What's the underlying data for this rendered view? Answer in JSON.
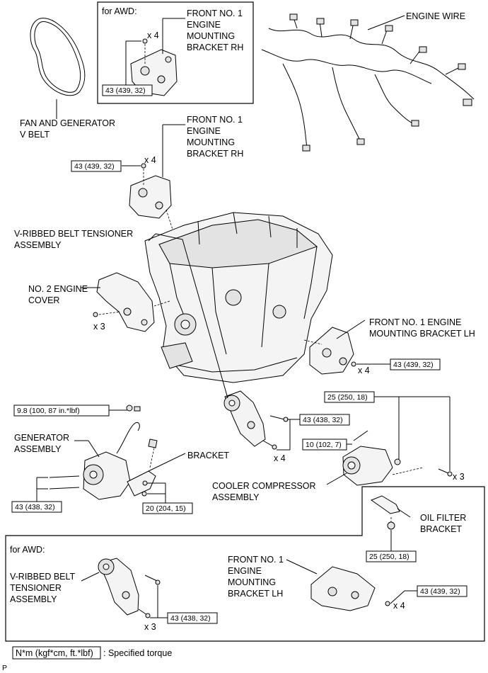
{
  "sections": {
    "awd_top": "for AWD:",
    "awd_bottom": "for AWD:"
  },
  "labels": {
    "engine_wire": "ENGINE WIRE",
    "fan_belt_1": "FAN AND GENERATOR",
    "fan_belt_2": "V BELT",
    "awd_bracket_rh_1": "FRONT NO. 1",
    "awd_bracket_rh_2": "ENGINE",
    "awd_bracket_rh_3": "MOUNTING",
    "awd_bracket_rh_4": "BRACKET RH",
    "bracket_rh_1": "FRONT NO. 1",
    "bracket_rh_2": "ENGINE",
    "bracket_rh_3": "MOUNTING",
    "bracket_rh_4": "BRACKET RH",
    "cover_1": "NO. 2 ENGINE",
    "cover_2": "COVER",
    "bracket_lh_1": "FRONT NO. 1 ENGINE",
    "bracket_lh_2": "MOUNTING BRACKET LH",
    "tensioner_1": "V-RIBBED BELT TENSIONER",
    "tensioner_2": "ASSEMBLY",
    "generator_1": "GENERATOR",
    "generator_2": "ASSEMBLY",
    "bracket": "BRACKET",
    "compressor_1": "COOLER COMPRESSOR",
    "compressor_2": "ASSEMBLY",
    "oil_filter_1": "OIL FILTER",
    "oil_filter_2": "BRACKET",
    "awd_tensioner_1": "V-RIBBED BELT",
    "awd_tensioner_2": "TENSIONER",
    "awd_tensioner_3": "ASSEMBLY",
    "awd_bracket_lh_1": "FRONT NO. 1",
    "awd_bracket_lh_2": "ENGINE",
    "awd_bracket_lh_3": "MOUNTING",
    "awd_bracket_lh_4": "BRACKET LH"
  },
  "quantities": {
    "awd_rh_bolts": "x 4",
    "rh_bolts": "x 4",
    "cover_bolts": "x 3",
    "lh_bolts": "x 4",
    "tensioner_bolts": "x 4",
    "compressor_bolts": "x 3",
    "awd_tensioner_bolts": "x 3",
    "awd_lh_bolts": "x 4"
  },
  "torques": {
    "awd_rh": "43 (439, 32)",
    "rh": "43 (439, 32)",
    "lh": "43 (439, 32)",
    "nut_generator": "9.8 (100, 87 in.*lbf)",
    "tensioner": "43 (438, 32)",
    "compressor_nut": "25 (250, 18)",
    "compressor_stud": "10 (102, 7)",
    "generator": "43 (438, 32)",
    "bracket": "20 (204, 15)",
    "oil_filter": "25 (250, 18)",
    "awd_tensioner": "43 (438, 32)",
    "awd_lh": "43 (439, 32)"
  },
  "legend": {
    "unit": "N*m (kgf*cm, ft.*lbf)",
    "text": ": Specified torque"
  },
  "footer_mark": "P"
}
